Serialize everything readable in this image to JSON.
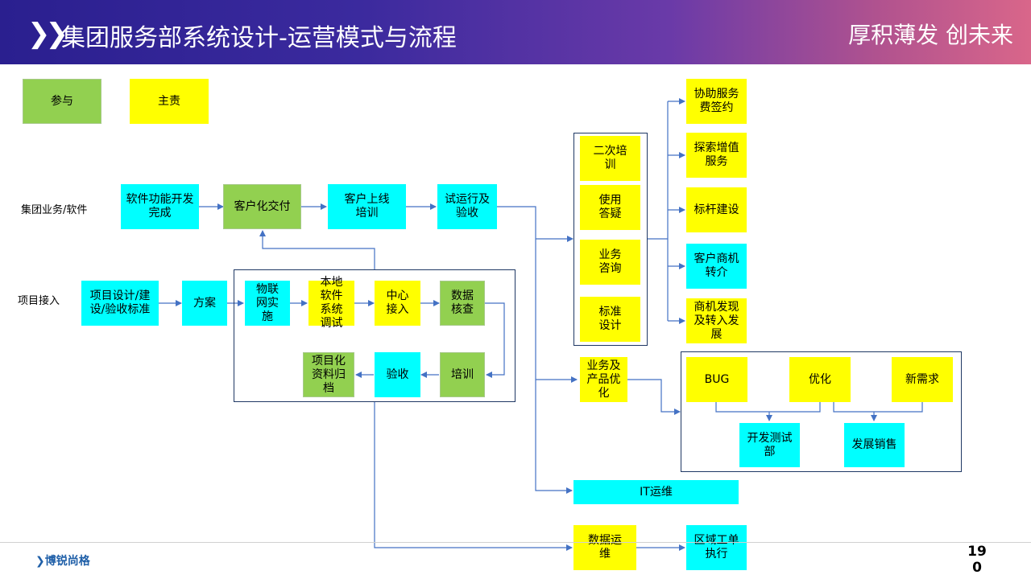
{
  "header": {
    "title": "集团服务部系统设计-运营模式与流程",
    "slogan": "厚积薄发 创未来"
  },
  "legend": {
    "participate": "参与",
    "lead": "主责"
  },
  "rows": {
    "group": "集团业务/软件",
    "project": "项目接入"
  },
  "nodes": {
    "soft_dev": "软件功能开发完成",
    "custom_delivery": "客户化交付",
    "online_training": "客户上线培训",
    "trial_acceptance": "试运行及验收",
    "project_standard": "项目设计/建设/验收标准",
    "plan": "方案",
    "iot": "物联网实施",
    "local_debug": "本地软件系统调试",
    "center_access": "中心接入",
    "data_check": "数据核查",
    "archive": "项目化资料归档",
    "acceptance": "验收",
    "training": "培训",
    "second_training": "二次培训",
    "usage_qa": "使用答疑",
    "biz_consult": "业务咨询",
    "std_design": "标准设计",
    "assist_sign": "协助服务费签约",
    "value_add": "探索增值服务",
    "benchmark": "标杆建设",
    "opportunity": "客户商机转介",
    "opp_develop": "商机发现及转入发展",
    "biz_optimize": "业务及产品优化",
    "bug": "BUG",
    "optimize": "优化",
    "new_req": "新需求",
    "dev_test": "开发测试部",
    "dev_sales": "发展销售",
    "it_ops": "IT运维",
    "data_ops": "数据运维",
    "region_order": "区域工单执行"
  },
  "colors": {
    "cyan": "#00ffff",
    "yellow": "#ffff00",
    "green": "#92d050",
    "line": "#4472c4"
  },
  "footer": {
    "logo": "博锐尚格",
    "page": "190"
  }
}
